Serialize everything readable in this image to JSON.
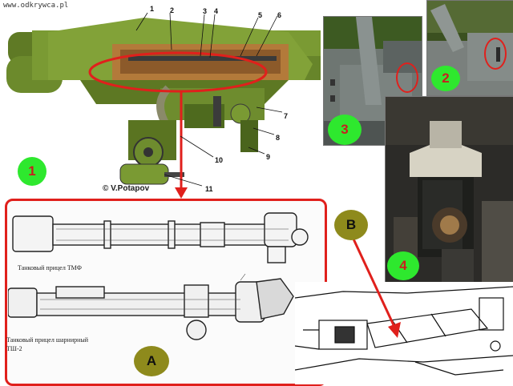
{
  "watermark": "www.odkrywca.pl",
  "copyright": "© V.Potapov",
  "part_numbers": [
    "1",
    "2",
    "3",
    "4",
    "5",
    "6",
    "7",
    "8",
    "9",
    "10",
    "11"
  ],
  "badges": {
    "main_diagram": "1",
    "photo_top_right": "2",
    "photo_top_middle": "3",
    "photo_right_middle": "4",
    "sight_group": "A",
    "drawing_bottom": "B"
  },
  "captions": {
    "tmf": "Танковый прицел ТМФ",
    "tsh2_line1": "Танковый прицел шарнирный",
    "tsh2_line2": "ТШ-2"
  },
  "colors": {
    "highlight_red": "#e0201c",
    "badge_green": "#2ee82e",
    "badge_olive": "#8e8a1c",
    "gun_green": "#6c8a2c"
  }
}
